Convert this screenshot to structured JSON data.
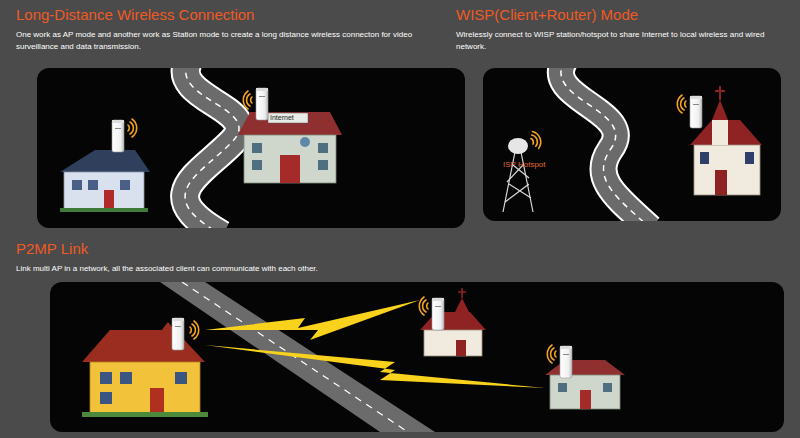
{
  "diagram": {
    "nodes": [
      {
        "text": [
          "Long-Distance Wireless Connection",
          "One work as AP mode and another work as Station mode to create a long distance wireless connecton for video surveillance and data transmission."
        ]
      },
      {
        "text": [
          "WISP(Client+Router) Mode",
          "Wirelessly connect to WISP station/hotspot to share Internet to local wireless and wired network."
        ]
      },
      {
        "text": [
          "P2MP Link",
          "Link multi AP in a network, all the associated client can communicate with each other."
        ]
      }
    ],
    "labels": [
      "Internet",
      "ISP Hotspot"
    ]
  }
}
